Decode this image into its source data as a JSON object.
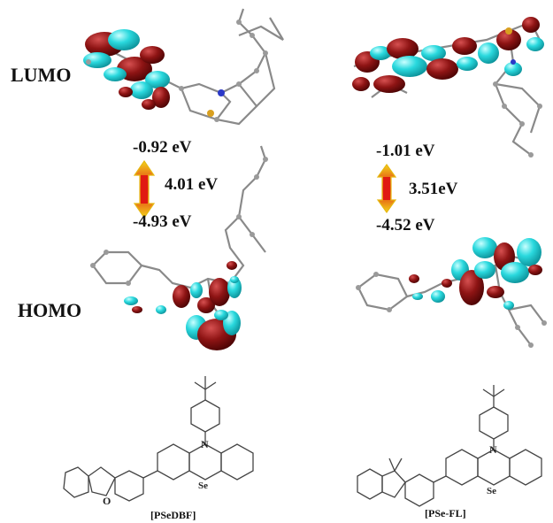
{
  "labels": {
    "lumo": "LUMO",
    "homo": "HOMO"
  },
  "left": {
    "lumo_energy": "-0.92 eV",
    "gap": "4.01 eV",
    "homo_energy": "-4.93 eV",
    "atom_n": "N",
    "atom_se": "Se",
    "atom_o": "O",
    "compound": "[PSeDBF]"
  },
  "right": {
    "lumo_energy": "-1.01 eV",
    "gap": "3.51eV",
    "homo_energy": "-4.52 eV",
    "atom_n": "N",
    "atom_se": "Se",
    "compound": "[PSe-FL]"
  },
  "colors": {
    "orbital_positive": "#2ad9de",
    "orbital_negative": "#8e1414",
    "arrow_fill": "#e01a12",
    "arrow_edge": "#f2d21b",
    "atom_carbon": "#9a9a9a",
    "atom_nitrogen": "#2a38c8",
    "atom_sulfur": "#d9a020"
  }
}
